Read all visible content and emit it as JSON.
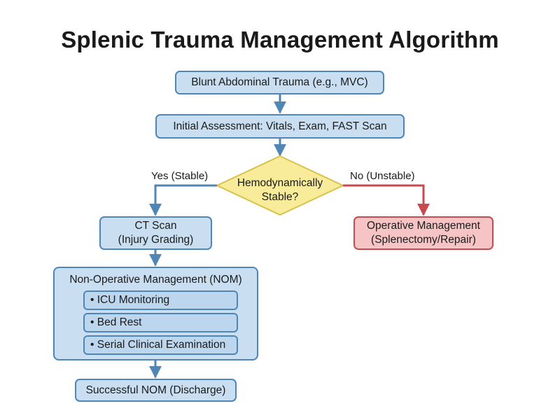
{
  "title": "Splenic Trauma Management Algorithm",
  "nodes": {
    "start": "Blunt Abdominal Trauma (e.g., MVC)",
    "assessment": "Initial Assessment: Vitals, Exam, FAST Scan",
    "decision_line1": "Hemodynamically",
    "decision_line2": "Stable?",
    "ct_line1": "CT Scan",
    "ct_line2": "(Injury Grading)",
    "operative_line1": "Operative Management",
    "operative_line2": "(Splenectomy/Repair)",
    "nom_title": "Non-Operative Management (NOM)",
    "nom_items": [
      "• ICU Monitoring",
      "• Bed Rest",
      "• Serial Clinical Examination"
    ],
    "discharge": "Successful NOM (Discharge)"
  },
  "edge_labels": {
    "yes": "Yes (Stable)",
    "no": "No (Unstable)"
  },
  "colors": {
    "box_fill": "#c9dff1",
    "box_border": "#4f86b5",
    "decision_fill": "#f8ec9a",
    "decision_border": "#d9c14a",
    "red_fill": "#f6c4c4",
    "red_border": "#c84a4f",
    "arrow_blue": "#4f86b5",
    "arrow_red": "#c84a4f"
  }
}
